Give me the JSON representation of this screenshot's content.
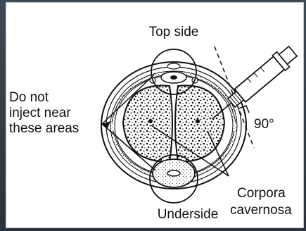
{
  "labels": {
    "top_side": "Top side",
    "underside": "Underside",
    "do_not_inject_1": "Do not",
    "do_not_inject_2": "inject near",
    "do_not_inject_3": "these areas",
    "angle": "90°",
    "corpora_1": "Corpora",
    "corpora_2": "cavernosa"
  },
  "colors": {
    "ink": "#111111",
    "paper": "#ffffff",
    "backdrop": "#2b3540"
  }
}
